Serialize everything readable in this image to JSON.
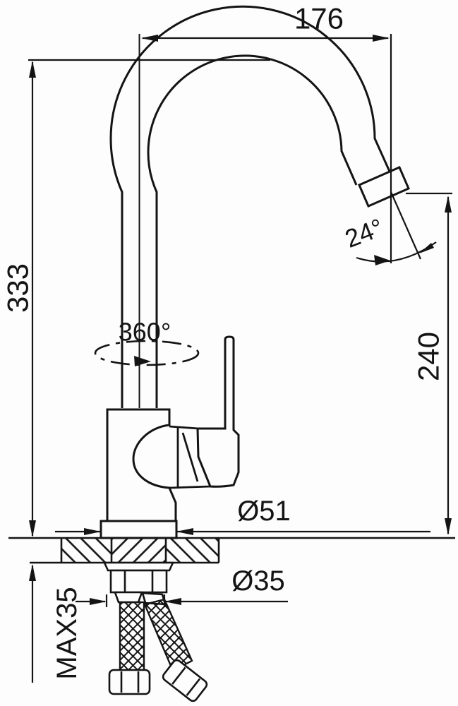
{
  "drawing": {
    "kind": "faucet installation dimension drawing"
  },
  "labels": {
    "spout_reach": "176",
    "total_height": "333",
    "spout_angle": "24°",
    "swivel_rotation": "360°",
    "spout_height": "240",
    "base_diameter": "Ø51",
    "mount_hole_diameter": "Ø35",
    "max_counter_thickness": "MAX35"
  },
  "colors": {
    "ink": "#141414",
    "paper": "#fdfdfd"
  }
}
